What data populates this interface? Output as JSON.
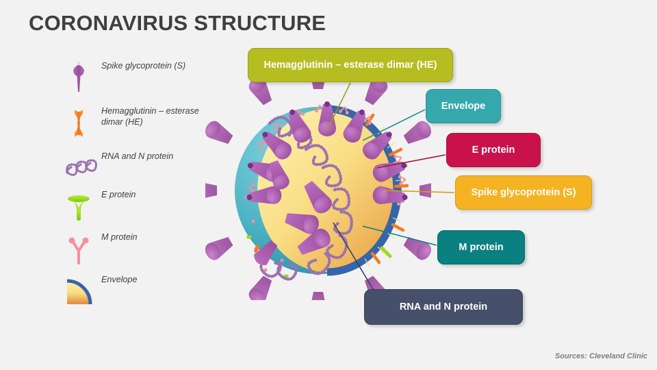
{
  "page": {
    "title": "CORONAVIRUS STRUCTURE",
    "background_color": "#f2f2f2",
    "title_color": "#3f3f3f",
    "source_note": "Sources: Cleveland Clinic"
  },
  "legend": {
    "items": [
      {
        "label": "Spike glycoprotein (S)",
        "icon": "spike-glycoprotein-icon",
        "color": "#a855a8"
      },
      {
        "label": "Hemagglutinin – esterase dimar (HE)",
        "icon": "hemagglutinin-esterase-dimar-icon",
        "color": "#f47b20"
      },
      {
        "label": "RNA and N protein",
        "icon": "rna-n-protein-icon",
        "color": "#9b72b0"
      },
      {
        "label": "E protein",
        "icon": "e-protein-icon",
        "color": "#9ed81e"
      },
      {
        "label": "M protein",
        "icon": "m-protein-icon",
        "color": "#f3909f"
      },
      {
        "label": "Envelope",
        "icon": "envelope-icon",
        "color": "#3565ab"
      }
    ]
  },
  "callouts": [
    {
      "id": "hemagglutinin",
      "label": "Hemagglutinin – esterase dimar (HE)",
      "color": "#b5bd20"
    },
    {
      "id": "envelope",
      "label": "Envelope",
      "color": "#35a8ae"
    },
    {
      "id": "e-protein",
      "label": "E protein",
      "color": "#c9124c"
    },
    {
      "id": "spike",
      "label": "Spike glycoprotein (S)",
      "color": "#f5b323"
    },
    {
      "id": "m-protein",
      "label": "M protein",
      "color": "#0a8080"
    },
    {
      "id": "rna",
      "label": "RNA and N protein",
      "color": "#46506a"
    }
  ],
  "illustration": {
    "name": "coronavirus-cutaway-diagram",
    "outer_shell_color": "#4cb2c4",
    "inner_core_color": "#f7e08a",
    "membrane_rim_color": "#3565ab",
    "spike_color": "#a855a8",
    "rna_strand_color": "#9b72b0",
    "m_protein_color": "#f3909f",
    "he_dimer_color": "#f47b20",
    "e_protein_color": "#9ed81e"
  }
}
